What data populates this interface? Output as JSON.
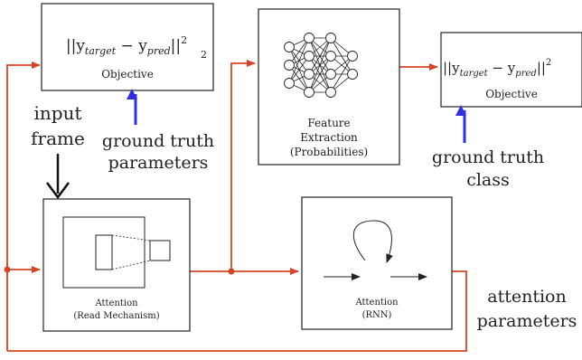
{
  "colors": {
    "red": "#d84526",
    "blue": "#2f2fe0",
    "black": "#222222"
  },
  "boxes": {
    "objective_left": {
      "formula_main": "||y",
      "formula_sub1": "target",
      "formula_mid": " − y",
      "formula_sub2": "pred",
      "formula_end": "||",
      "sup": "2",
      "sub": "2",
      "label": "Objective"
    },
    "feature_extraction": {
      "line1": "Feature",
      "line2": "Extraction",
      "line3": "(Probabilities)"
    },
    "objective_right": {
      "formula_main": "||y",
      "formula_sub1": "target",
      "formula_mid": " − y",
      "formula_sub2": "pred",
      "formula_end": "||",
      "sup": "2",
      "label": "Objective"
    },
    "attention_read": {
      "line1": "Attention",
      "line2": "(Read Mechanism)"
    },
    "attention_rnn": {
      "line1": "Attention",
      "line2": "(RNN)"
    }
  },
  "labels": {
    "input_frame_1": "input",
    "input_frame_2": "frame",
    "gt_params_1": "ground truth",
    "gt_params_2": "parameters",
    "gt_class_1": "ground truth",
    "gt_class_2": "class",
    "att_params_1": "attention",
    "att_params_2": "parameters"
  }
}
